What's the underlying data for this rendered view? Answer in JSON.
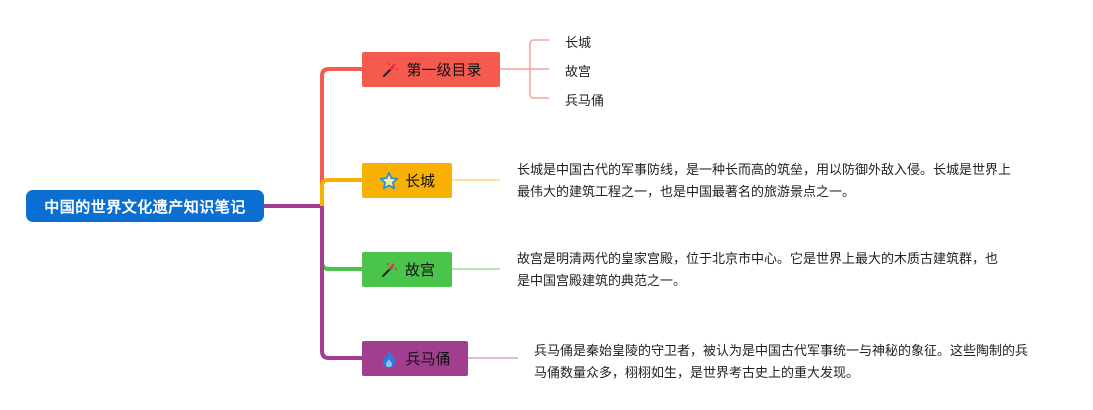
{
  "root": {
    "label": "中国的世界文化遗产知识笔记",
    "color": "#0b6fd1"
  },
  "branches": [
    {
      "label": "第一级目录",
      "icon": "sparkle-wand-icon",
      "color": "#f55a4e",
      "children": [
        "长城",
        "故宫",
        "兵马俑"
      ]
    },
    {
      "label": "长城",
      "icon": "star-icon",
      "color": "#f8b002",
      "note": "长城是中国古代的军事防线，是一种长而高的筑垒，用以防御外敌入侵。长城是世界上最伟大的建筑工程之一，也是中国最著名的旅游景点之一。"
    },
    {
      "label": "故宫",
      "icon": "sparkle-wand-icon",
      "color": "#4bc44b",
      "note": "故宫是明清两代的皇家宫殿，位于北京市中心。它是世界上最大的木质古建筑群，也是中国宫殿建筑的典范之一。"
    },
    {
      "label": "兵马俑",
      "icon": "flame-icon",
      "color": "#a23e8f",
      "note": "兵马俑是秦始皇陵的守卫者，被认为是中国古代军事统一与神秘的象征。这些陶制的兵马俑数量众多，栩栩如生，是世界考古史上的重大发现。"
    }
  ]
}
